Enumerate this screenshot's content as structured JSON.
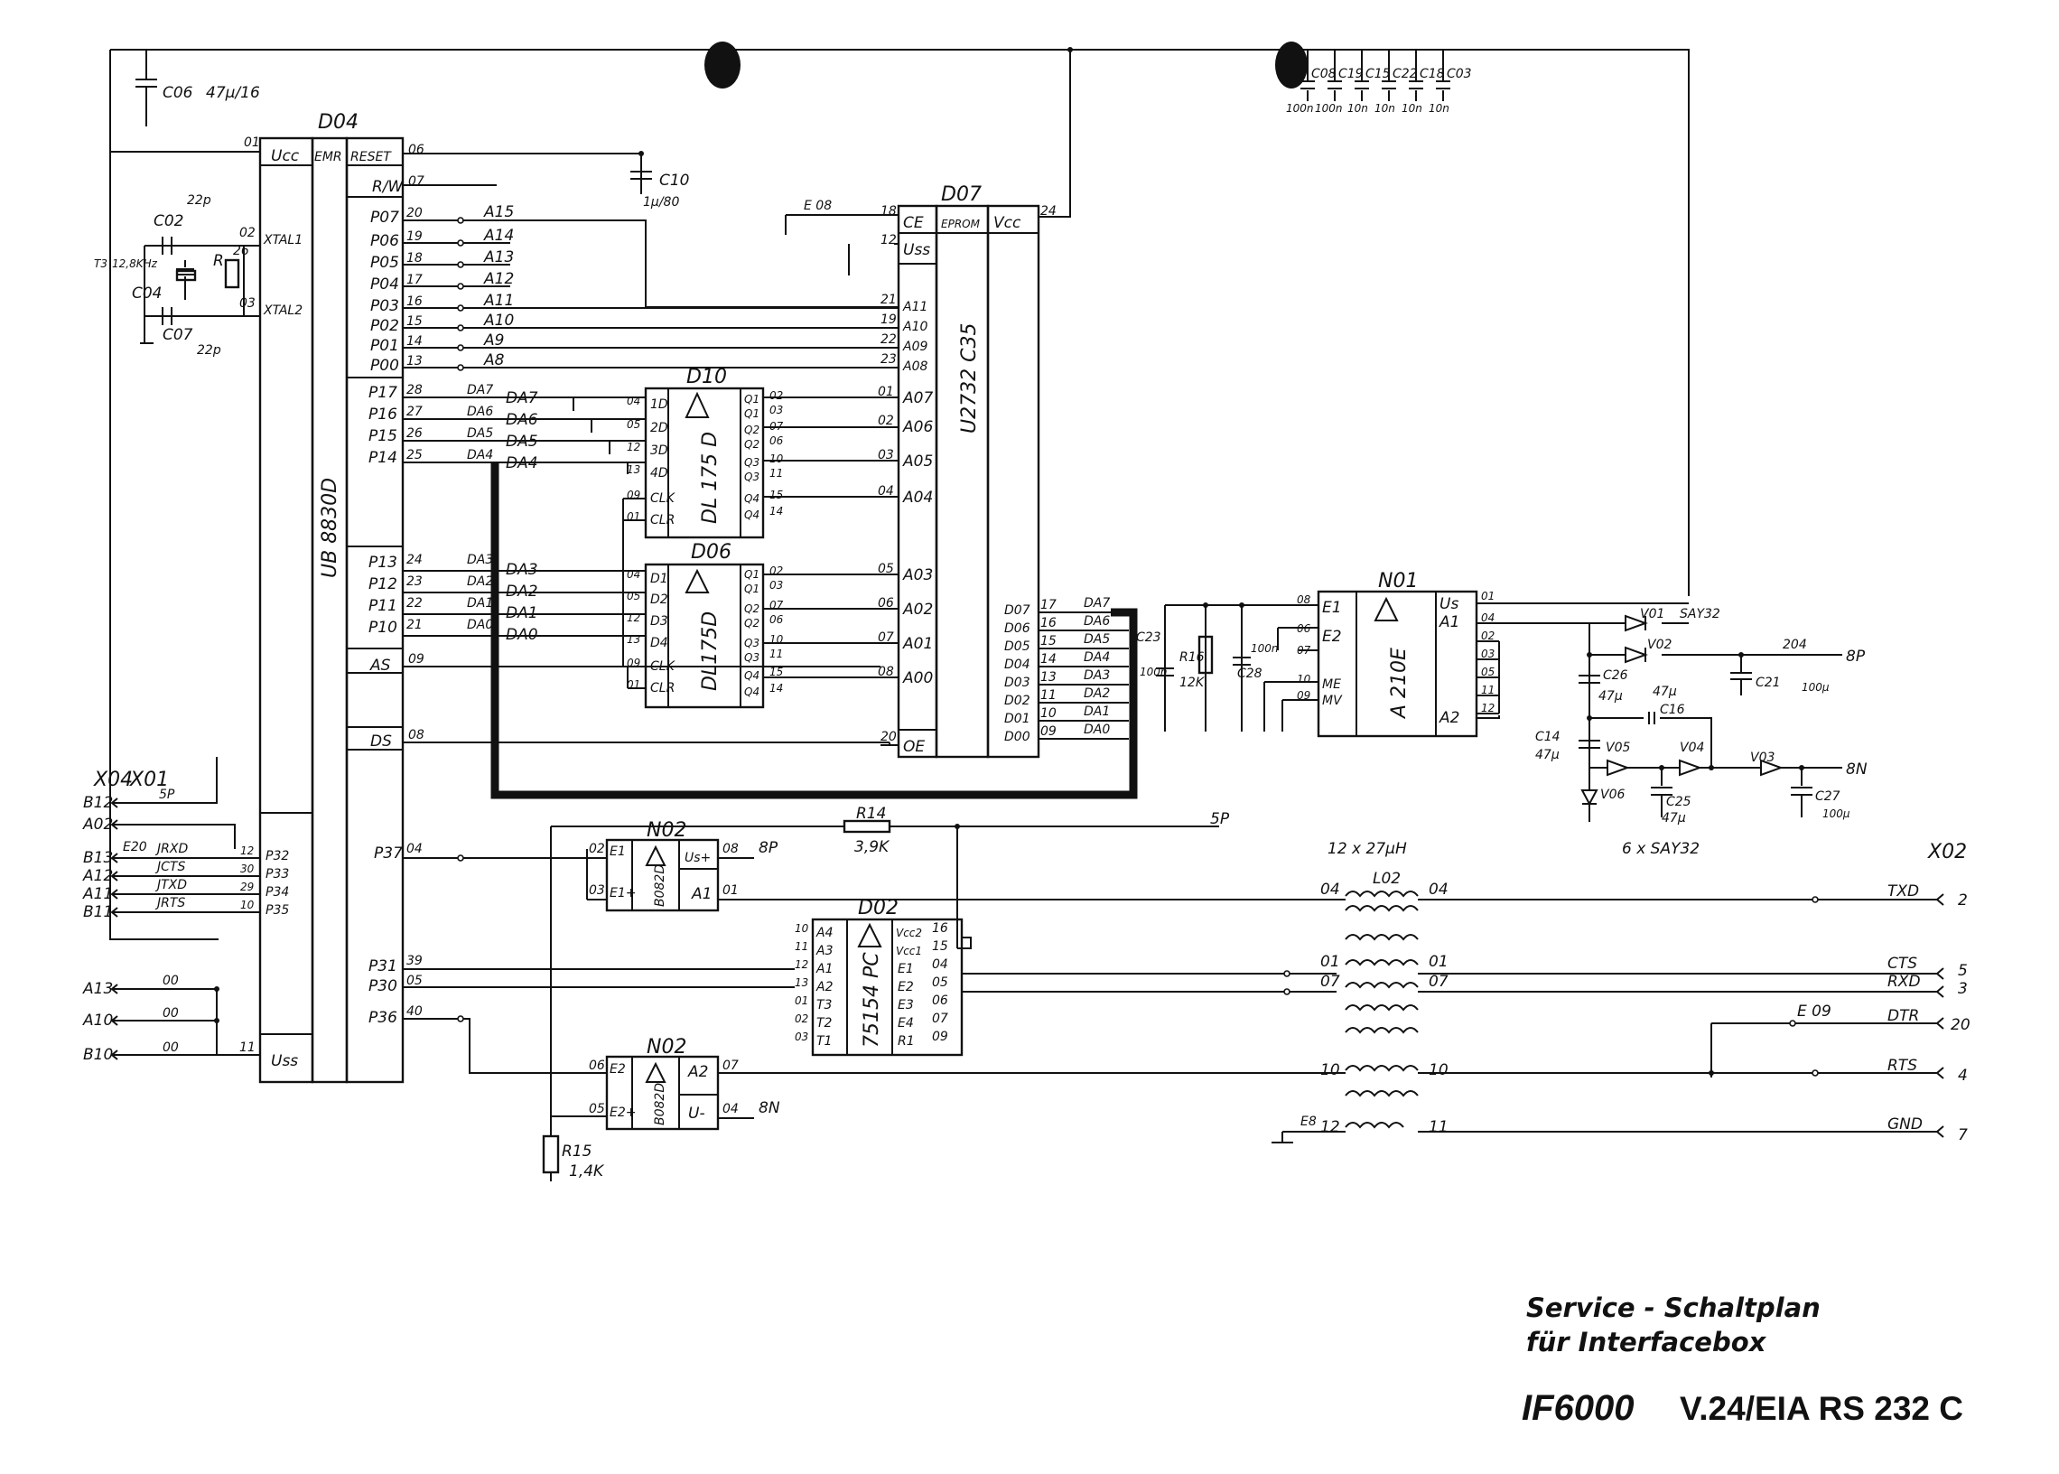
{
  "title": {
    "line1": "Service - Schaltplan",
    "line2": "für Interfacebox",
    "brand": "IF6000",
    "standard": "V.24/EIA RS 232 C"
  },
  "chips": {
    "d04": {
      "ref": "D04",
      "part": "UB 8830D",
      "ucc": "Ucc",
      "emr": "EMR",
      "reset": "RESET",
      "rw": "R/W",
      "xtal1": "XTAL1",
      "xtal2": "XTAL2",
      "uss": "Uss",
      "as": "AS",
      "ds": "DS"
    },
    "d07": {
      "ref": "D07",
      "part": "U2732 C35",
      "eprom": "EPROM",
      "vcc": "Vcc",
      "ce": "CE",
      "uss": "Uss",
      "oe": "OE"
    },
    "d10": {
      "ref": "D10",
      "part": "DL 175 D"
    },
    "d06": {
      "ref": "D06",
      "part": "DL175D"
    },
    "d02": {
      "ref": "D02",
      "part": "75154 PC"
    },
    "n01": {
      "ref": "N01",
      "part": "A 210E"
    },
    "n02a": {
      "ref": "N02",
      "part": "B082D"
    },
    "n02b": {
      "ref": "N02",
      "part": "B082D"
    }
  },
  "d04_ports": {
    "p0": [
      {
        "pin": "P07",
        "num": "20",
        "sig": "A15"
      },
      {
        "pin": "P06",
        "num": "19",
        "sig": "A14"
      },
      {
        "pin": "P05",
        "num": "18",
        "sig": "A13"
      },
      {
        "pin": "P04",
        "num": "17",
        "sig": "A12"
      },
      {
        "pin": "P03",
        "num": "16",
        "sig": "A11"
      },
      {
        "pin": "P02",
        "num": "15",
        "sig": "A10"
      },
      {
        "pin": "P01",
        "num": "14",
        "sig": "A9"
      },
      {
        "pin": "P00",
        "num": "13",
        "sig": "A8"
      }
    ],
    "p1hi": [
      {
        "pin": "P17",
        "num": "28",
        "sig": "DA7",
        "sig2": "DA7"
      },
      {
        "pin": "P16",
        "num": "27",
        "sig": "DA6",
        "sig2": "DA6"
      },
      {
        "pin": "P15",
        "num": "26",
        "sig": "DA5",
        "sig2": "DA5"
      },
      {
        "pin": "P14",
        "num": "25",
        "sig": "DA4",
        "sig2": "DA4"
      }
    ],
    "p1lo": [
      {
        "pin": "P13",
        "num": "24",
        "sig": "DA3",
        "sig2": "DA3"
      },
      {
        "pin": "P12",
        "num": "23",
        "sig": "DA2",
        "sig2": "DA2"
      },
      {
        "pin": "P11",
        "num": "22",
        "sig": "DA1",
        "sig2": "DA1"
      },
      {
        "pin": "P10",
        "num": "21",
        "sig": "DA0",
        "sig2": "DA0"
      }
    ],
    "p3left": [
      {
        "pin": "P32",
        "num": "12",
        "sig": "JRXD",
        "conn": "B13",
        "extra": "E20"
      },
      {
        "pin": "P33",
        "num": "30",
        "sig": "JCTS",
        "conn": "A12",
        "extra": ""
      },
      {
        "pin": "P34",
        "num": "29",
        "sig": "JTXD",
        "conn": "A11",
        "extra": ""
      },
      {
        "pin": "P35",
        "num": "10",
        "sig": "JRTS",
        "conn": "B11",
        "extra": ""
      }
    ],
    "p3right": [
      {
        "pin": "P37",
        "num": "04"
      },
      {
        "pin": "P31",
        "num": "39"
      },
      {
        "pin": "P30",
        "num": "05"
      },
      {
        "pin": "P36",
        "num": "40"
      }
    ],
    "pins": {
      "ucc": "01",
      "reset": "06",
      "rw": "07",
      "xtal1": "02",
      "xtal2": "03",
      "as": "09",
      "ds": "08",
      "uss": "11"
    }
  },
  "d07_pins": {
    "addr": [
      {
        "pin": "A11",
        "num": "21"
      },
      {
        "pin": "A10",
        "num": "19"
      },
      {
        "pin": "A09",
        "num": "22"
      },
      {
        "pin": "A08",
        "num": "23"
      },
      {
        "pin": "A07",
        "num": "01"
      },
      {
        "pin": "A06",
        "num": "02"
      },
      {
        "pin": "A05",
        "num": "03"
      },
      {
        "pin": "A04",
        "num": "04"
      },
      {
        "pin": "A03",
        "num": "05"
      },
      {
        "pin": "A02",
        "num": "06"
      },
      {
        "pin": "A01",
        "num": "07"
      },
      {
        "pin": "A00",
        "num": "08"
      }
    ],
    "data": [
      {
        "pin": "D07",
        "num": "17",
        "sig": "DA7"
      },
      {
        "pin": "D06",
        "num": "16",
        "sig": "DA6"
      },
      {
        "pin": "D05",
        "num": "15",
        "sig": "DA5"
      },
      {
        "pin": "D04",
        "num": "14",
        "sig": "DA4"
      },
      {
        "pin": "D03",
        "num": "13",
        "sig": "DA3"
      },
      {
        "pin": "D02",
        "num": "11",
        "sig": "DA2"
      },
      {
        "pin": "D01",
        "num": "10",
        "sig": "DA1"
      },
      {
        "pin": "D00",
        "num": "09",
        "sig": "DA0"
      }
    ],
    "ce": "18",
    "uss": "12",
    "vcc": "24",
    "oe": "20"
  },
  "latch_pins": {
    "d10_in": [
      {
        "pin": "1D",
        "num": "04"
      },
      {
        "pin": "2D",
        "num": "05"
      },
      {
        "pin": "3D",
        "num": "12"
      },
      {
        "pin": "4D",
        "num": "13"
      },
      {
        "pin": "CLK",
        "num": "09"
      },
      {
        "pin": "CLR",
        "num": "01"
      }
    ],
    "d10_out": [
      {
        "pin": "Q1",
        "num": "02"
      },
      {
        "pin": "Q1",
        "num": "03"
      },
      {
        "pin": "Q2",
        "num": "07"
      },
      {
        "pin": "Q2",
        "num": "06"
      },
      {
        "pin": "Q3",
        "num": "10"
      },
      {
        "pin": "Q3",
        "num": "11"
      },
      {
        "pin": "Q4",
        "num": "15"
      },
      {
        "pin": "Q4",
        "num": "14"
      }
    ],
    "d06_in": [
      {
        "pin": "D1",
        "num": "04"
      },
      {
        "pin": "D2",
        "num": "05"
      },
      {
        "pin": "D3",
        "num": "12"
      },
      {
        "pin": "D4",
        "num": "13"
      },
      {
        "pin": "CLK",
        "num": "09"
      },
      {
        "pin": "CLR",
        "num": "01"
      }
    ],
    "d06_out": [
      {
        "pin": "Q1",
        "num": "02"
      },
      {
        "pin": "Q1",
        "num": "03"
      },
      {
        "pin": "Q2",
        "num": "07"
      },
      {
        "pin": "Q2",
        "num": "06"
      },
      {
        "pin": "Q3",
        "num": "10"
      },
      {
        "pin": "Q3",
        "num": "11"
      },
      {
        "pin": "Q4",
        "num": "15"
      },
      {
        "pin": "Q4",
        "num": "14"
      }
    ]
  },
  "d02_pins": {
    "left": [
      {
        "pin": "A4",
        "num": "10"
      },
      {
        "pin": "A3",
        "num": "11"
      },
      {
        "pin": "A1",
        "num": "12"
      },
      {
        "pin": "A2",
        "num": "13"
      },
      {
        "pin": "T3",
        "num": "01"
      },
      {
        "pin": "T2",
        "num": "02"
      },
      {
        "pin": "T1",
        "num": "03"
      }
    ],
    "right": [
      {
        "pin": "Vcc2",
        "num": "16"
      },
      {
        "pin": "Vcc1",
        "num": "15"
      },
      {
        "pin": "E1",
        "num": "04"
      },
      {
        "pin": "E2",
        "num": "05"
      },
      {
        "pin": "E3",
        "num": "06"
      },
      {
        "pin": "E4",
        "num": "07"
      },
      {
        "pin": "R1",
        "num": "09"
      }
    ]
  },
  "n01_pins": {
    "e1": "E1",
    "e2": "E2",
    "me": "ME",
    "mv": "MV",
    "us": "Us",
    "a1": "A1",
    "a2": "A2",
    "n_e1": "08",
    "n_e2": "06",
    "n_07": "07",
    "n_me": "10",
    "n_mv": "09",
    "n_us": "01",
    "n_a1": "04",
    "n_02": "02",
    "n_03": "03",
    "n_05": "05",
    "n_11": "11",
    "n_a2": "12"
  },
  "n02a_pins": {
    "e1": "E1",
    "e1p": "E1+",
    "us": "Us+",
    "a1": "A1",
    "n_e1": "02",
    "n_e1p": "03",
    "n_us": "08",
    "n_a1": "01",
    "rail": "8P"
  },
  "n02b_pins": {
    "e2": "E2",
    "e2p": "E2+",
    "a2": "A2",
    "us": "U-",
    "n_e2": "06",
    "n_e2p": "05",
    "n_a2": "07",
    "n_us": "04",
    "rail": "8N"
  },
  "components": {
    "c06": {
      "ref": "C06",
      "val": "47µ/16"
    },
    "c02": {
      "ref": "C02",
      "val": "22p"
    },
    "c04": {
      "ref": "C04",
      "val": ""
    },
    "c07": {
      "ref": "C07",
      "val": "22p"
    },
    "t3": {
      "ref": "T3",
      "val": "12,8KHz"
    },
    "r26": {
      "ref": "R",
      "val": "26"
    },
    "c10": {
      "ref": "C10",
      "val": "1µ/80"
    },
    "e08": {
      "ref": "E 08"
    },
    "decoupling": [
      {
        "ref": "C08",
        "val": "100n"
      },
      {
        "ref": "C19",
        "val": "100n"
      },
      {
        "ref": "C15",
        "val": "10n"
      },
      {
        "ref": "C22",
        "val": "10n"
      },
      {
        "ref": "C18",
        "val": "10n"
      },
      {
        "ref": "C03",
        "val": "10n"
      }
    ],
    "c23": {
      "ref": "C23",
      "val": "100n"
    },
    "r16": {
      "ref": "R16",
      "val": "12K"
    },
    "c28": {
      "ref": "C28",
      "val": "100n"
    },
    "r14": {
      "ref": "R14",
      "val": "3,9K"
    },
    "r15": {
      "ref": "R15",
      "val": "1,4K"
    },
    "c26": {
      "ref": "C26",
      "val": "47µ"
    },
    "c16": {
      "ref": "C16",
      "val": "47µ"
    },
    "c14": {
      "ref": "C14",
      "val": "47µ"
    },
    "c25": {
      "ref": "C25",
      "val": "47µ"
    },
    "c21": {
      "ref": "C21",
      "val": "100µ"
    },
    "c27": {
      "ref": "C27",
      "val": "100µ"
    },
    "v01": {
      "ref": "V01",
      "part": "SAY32"
    },
    "v02": {
      "ref": "V02"
    },
    "v03": {
      "ref": "V03"
    },
    "v04": {
      "ref": "V04"
    },
    "v05": {
      "ref": "V05"
    },
    "v06": {
      "ref": "V06"
    },
    "diodes_note": "6 x SAY32",
    "l02": {
      "ref": "L02",
      "val": "12 x 27µH"
    },
    "e09": {
      "ref": "E 09"
    },
    "e8": {
      "ref": "E8"
    }
  },
  "connector_x04": {
    "ref": "X04",
    "ref2": "X01",
    "rows": [
      {
        "pin": "B12",
        "sig": "5P"
      },
      {
        "pin": "A02",
        "sig": ""
      },
      {
        "pin": "B13",
        "sig": "JRXD"
      },
      {
        "pin": "A12",
        "sig": "JCTS"
      },
      {
        "pin": "A11",
        "sig": "JTXD"
      },
      {
        "pin": "B11",
        "sig": "JRTS"
      }
    ],
    "gnd": [
      {
        "pin": "A13",
        "sig": "00"
      },
      {
        "pin": "A10",
        "sig": "00"
      },
      {
        "pin": "B10",
        "sig": "00"
      }
    ]
  },
  "connector_x02": {
    "ref": "X02",
    "rows": [
      {
        "sig": "TXD",
        "pin": "2"
      },
      {
        "sig": "CTS",
        "pin": "5"
      },
      {
        "sig": "RXD",
        "pin": "3"
      },
      {
        "sig": "DTR",
        "pin": "20"
      },
      {
        "sig": "RTS",
        "pin": "4"
      },
      {
        "sig": "GND",
        "pin": "7"
      }
    ]
  },
  "choke_labels": {
    "txd_in": "04",
    "txd_out": "04",
    "cts_in": "01",
    "cts_out": "01",
    "rxd_in": "07",
    "rxd_out": "07",
    "rts_in": "10",
    "rts_out": "10",
    "gnd_in": "12",
    "gnd_out": "11"
  },
  "nets": {
    "p5": "5P",
    "p8": "8P",
    "n8": "8N",
    "n204": "204"
  }
}
